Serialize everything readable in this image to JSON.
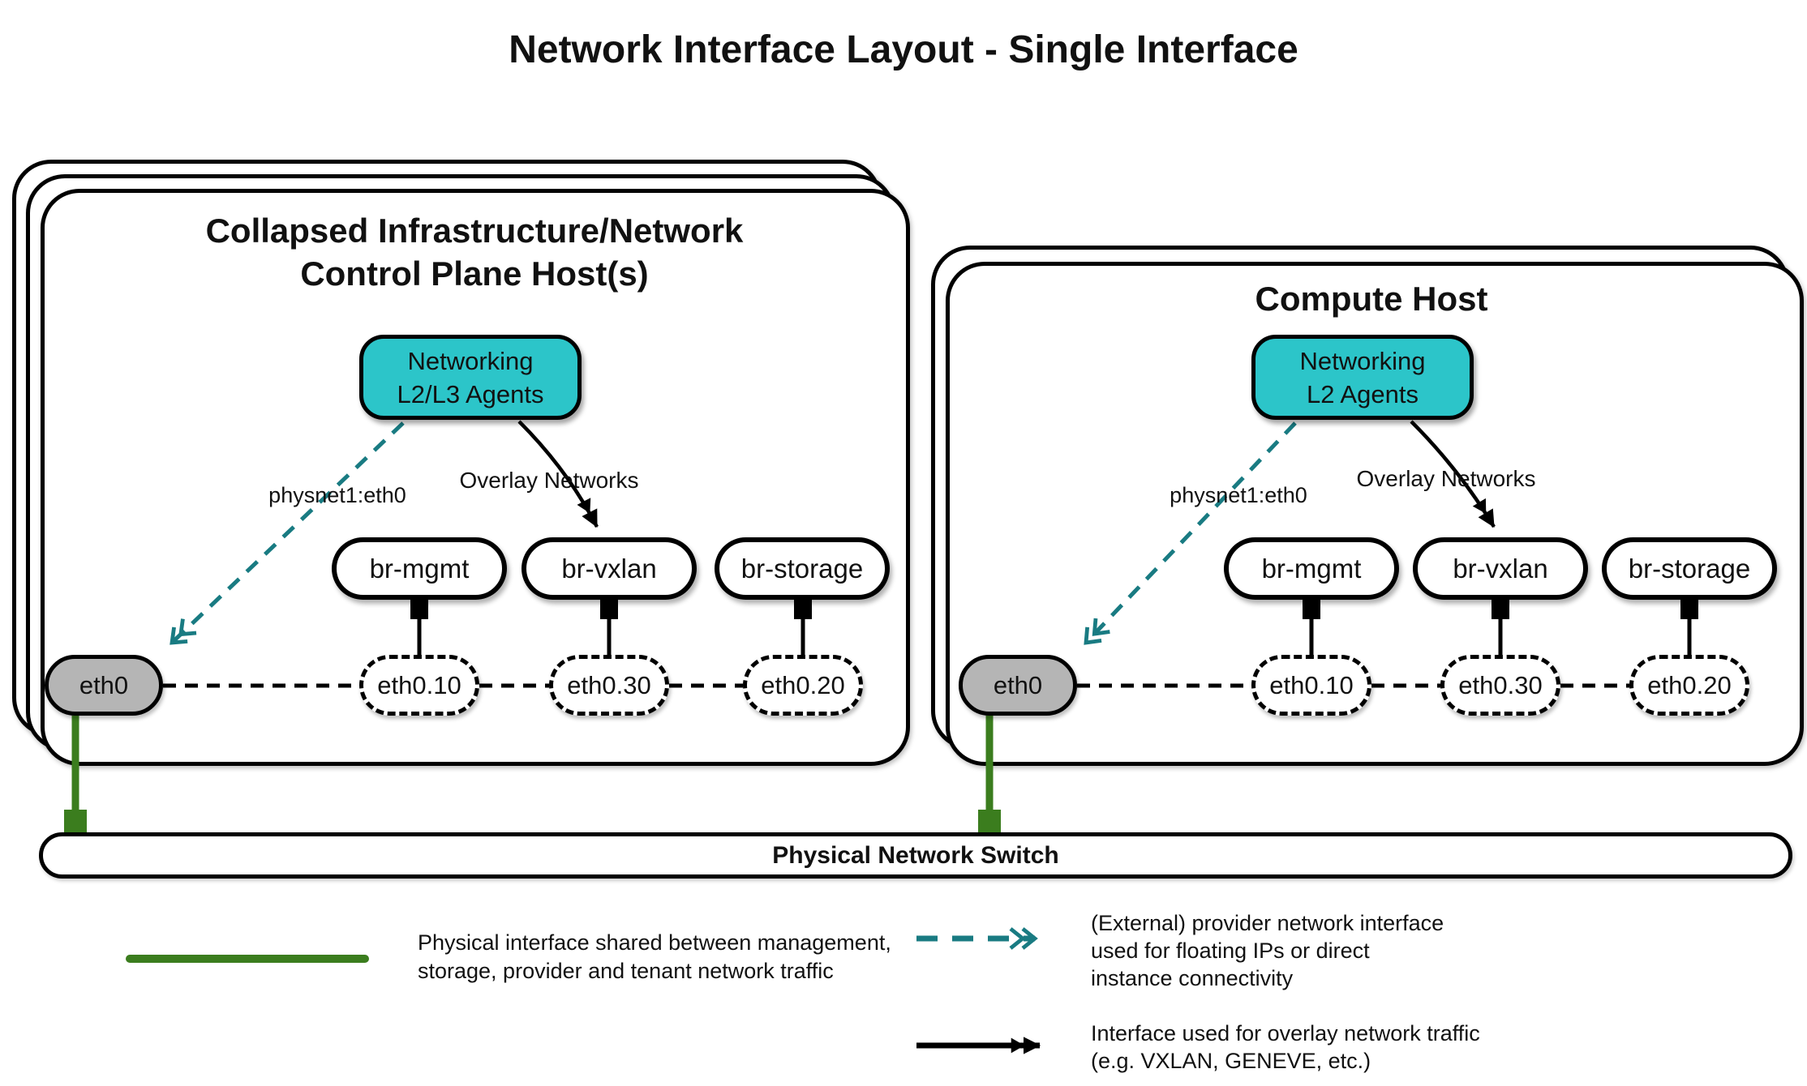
{
  "title": "Network Interface Layout - Single Interface",
  "colors": {
    "agent_fill": "#2cc5c9",
    "provider_arrow_teal": "#197b82",
    "physical_link_green": "#3b7d1e",
    "physical_interface_gray": "#b5b5b5",
    "line_black": "#000000"
  },
  "hosts": {
    "left": {
      "title_line1": "Collapsed Infrastructure/Network",
      "title_line2": "Control Plane Host(s)",
      "agent_line1": "Networking",
      "agent_line2": "L2/L3 Agents",
      "provider_label": "physnet1:eth0",
      "overlay_label": "Overlay Networks",
      "bridges": [
        "br-mgmt",
        "br-vxlan",
        "br-storage"
      ],
      "interfaces": [
        "eth0",
        "eth0.10",
        "eth0.30",
        "eth0.20"
      ]
    },
    "right": {
      "title_line1": "Compute Host",
      "agent_line1": "Networking",
      "agent_line2": "L2 Agents",
      "provider_label": "physnet1:eth0",
      "overlay_label": "Overlay Networks",
      "bridges": [
        "br-mgmt",
        "br-vxlan",
        "br-storage"
      ],
      "interfaces": [
        "eth0",
        "eth0.10",
        "eth0.30",
        "eth0.20"
      ]
    }
  },
  "switch": {
    "label": "Physical Network Switch"
  },
  "legend": {
    "physical": {
      "line1": "Physical interface shared between management,",
      "line2": "storage, provider and tenant network traffic"
    },
    "provider": {
      "line1": "(External) provider network interface",
      "line2": "used for floating IPs or direct",
      "line3": "instance connectivity"
    },
    "overlay": {
      "line1": "Interface used for overlay network traffic",
      "line2": "(e.g. VXLAN, GENEVE, etc.)"
    }
  }
}
